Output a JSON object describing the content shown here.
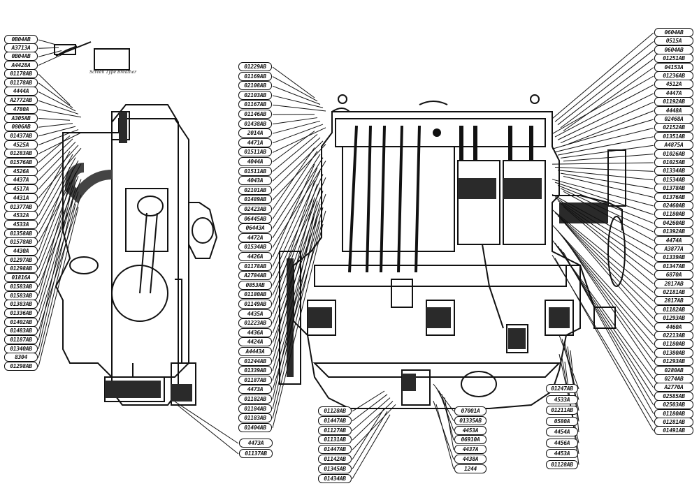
{
  "colors": {
    "ink": "#111111",
    "paper": "#ffffff",
    "shade": "#2a2a2a"
  },
  "captions": {
    "breather": "Screen Type Breather"
  },
  "callouts": {
    "left_top": [
      "0B04AB",
      "A3713A",
      "0B04AB",
      "A4428A"
    ],
    "left": [
      "01178AB",
      "01178AB",
      "4444A",
      "A2772AB",
      "4780A",
      "A305AB",
      "0806AB",
      "01437AB",
      "4525A",
      "01283AB",
      "01576AB",
      "4526A",
      "4437A",
      "4517A",
      "4431A",
      "01377AB",
      "4532A",
      "4533A",
      "01358AB",
      "01578AB",
      "4430A",
      "01297AB",
      "01298AB",
      "01816A",
      "01583AB",
      "01583AB",
      "01383AB",
      "01336AB",
      "01402AB",
      "01483AB",
      "01187AB",
      "01340AB",
      "8304",
      "01298AB"
    ],
    "mid_col": [
      "01229AB",
      "01169AB",
      "02108AB",
      "02103AB",
      "01167AB",
      "01146AB",
      "01438AB",
      "2014A",
      "4471A",
      "01511AB",
      "4044A",
      "01511AB",
      "4043A",
      "02101AB",
      "01489AB",
      "02423AB",
      "06445AB",
      "06443A",
      "4472A",
      "01534AB",
      "4426A",
      "01178AB",
      "A2784AB",
      "0853AB",
      "01180AB",
      "01149AB",
      "4435A",
      "01223AB",
      "4436A",
      "4424A",
      "A4443A",
      "01244AB",
      "01339AB",
      "01187AB",
      "4473A",
      "01182AB",
      "01184AB",
      "01183AB",
      "01404AB"
    ],
    "bottom_left": [
      "4473A",
      "01137AB"
    ],
    "bottom_mid": [
      "01128AB",
      "01447AB",
      "01127AB",
      "01131AB",
      "01447AB",
      "01142AB",
      "01345AB",
      "01434AB"
    ],
    "bottom_center": [
      "07001A",
      "01335AB",
      "4453A",
      "06910A",
      "4437A",
      "4438A",
      "1244"
    ],
    "bottom_right": [
      "01247AB",
      "4533A",
      "01211AB",
      "0580A",
      "4454A",
      "4456A",
      "4453A",
      "01128AB"
    ],
    "right": [
      "0604AB",
      "0515A",
      "0604AB",
      "01251AB",
      "04153A",
      "01236AB",
      "4512A",
      "4447A",
      "01192AB",
      "4448A",
      "02468A",
      "02152AB",
      "01351AB",
      "A4875A",
      "01026AB",
      "01025AB",
      "01334AB",
      "01534AB",
      "01378AB",
      "01376AB",
      "02460AB",
      "01180AB",
      "04260AB",
      "01392AB",
      "4474A",
      "A3877A",
      "01339AB",
      "01347AB",
      "6870A",
      "2817AB",
      "02181AB",
      "2817AB",
      "01182AB",
      "01293AB",
      "4460A",
      "02213AB",
      "01180AB",
      "01380AB",
      "01293AB",
      "0280AB",
      "0274AB",
      "A2770A",
      "02585AB",
      "02503AB",
      "01180AB",
      "01281AB",
      "01491AB"
    ]
  }
}
